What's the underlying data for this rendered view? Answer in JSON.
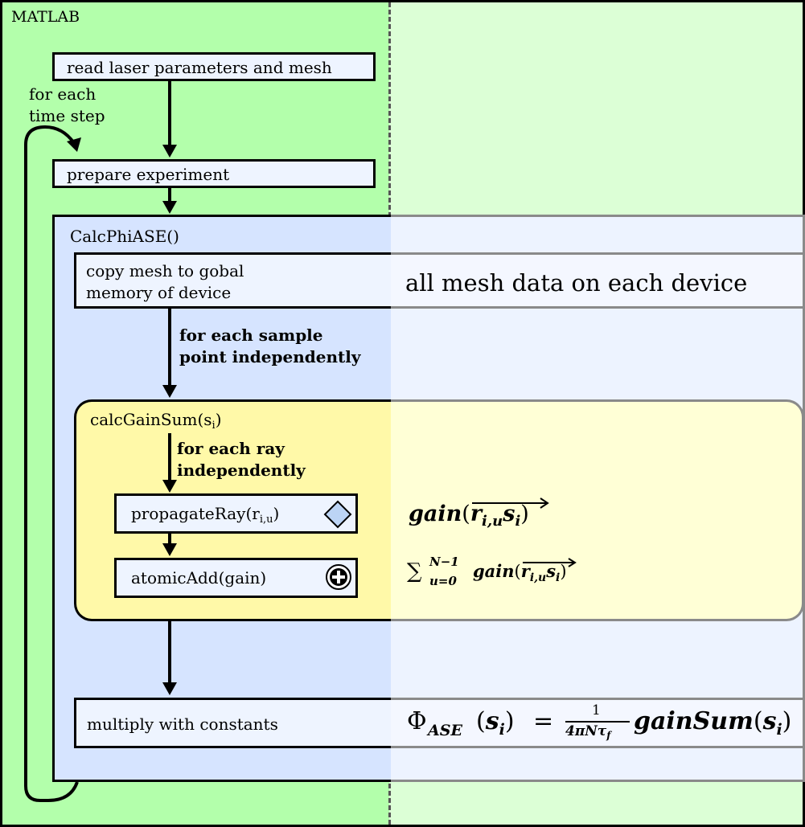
{
  "colors": {
    "matlab_bg": "#b3ffab",
    "matlab_bg_light": "#dcffd6",
    "calc_bg": "#d6e4ff",
    "calc_bg_light": "#edf3ff",
    "box_bg": "#eef4ff",
    "gain_bg": "#fff9a8",
    "gain_bg_light": "#ffffd6",
    "diamond": "#bcd4f5",
    "line": "#000000",
    "gray_line": "#8a8a8a"
  },
  "matlab": {
    "label": "MATLAB"
  },
  "loop": {
    "label_line1": "for each",
    "label_line2": "time step"
  },
  "steps": {
    "read": "read laser parameters and mesh",
    "prepare": "prepare experiment"
  },
  "calcphiase": {
    "title": "CalcPhiASE()",
    "copy_line1": "copy mesh to gobal",
    "copy_line2": "memory of device",
    "copy_annotation": "all mesh data on each device",
    "sample_line1": "for each sample",
    "sample_line2": "point independently",
    "multiply": "multiply with constants"
  },
  "gainsum": {
    "title_main": "calcGainSum(s",
    "title_sub": "i",
    "title_close": ")",
    "ray_line1": "for each ray",
    "ray_line2": "independently",
    "propagate_main": "propagateRay(r",
    "propagate_sub": "i,u",
    "propagate_close": ")",
    "atomic": "atomicAdd(gain)"
  },
  "equations": {
    "gain_fn": "gain",
    "ray_r": "r",
    "ray_r_sub": "i,u",
    "ray_s": "s",
    "ray_s_sub": "i",
    "sum_symbol": "∑",
    "sum_upper": "N−1",
    "sum_lower": "u=0",
    "phi": "Φ",
    "phi_sub": "ASE",
    "phi_arg": "s",
    "phi_arg_sub": "i",
    "equals": "=",
    "frac_num": "1",
    "frac_den": "4πNτ",
    "frac_den_sub": "f",
    "gainsum_fn": "gainSum"
  }
}
